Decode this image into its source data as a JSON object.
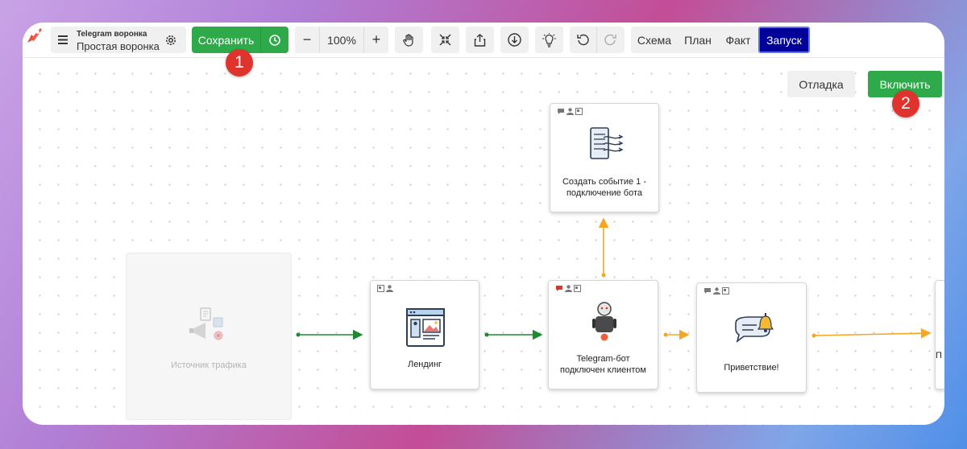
{
  "toolbar": {
    "menu_icon": "hamburger-icon",
    "funnel_type": "Telegram воронка",
    "funnel_name": "Простая воронка",
    "settings_icon": "gear-icon",
    "save_label": "Сохранить",
    "history_icon": "clock-history-icon",
    "zoom_out": "−",
    "zoom_value": "100%",
    "zoom_in": "+",
    "tools": [
      "hand-icon",
      "shrink-icon",
      "share-icon",
      "download-icon",
      "lightbulb-icon",
      "undo-icon",
      "redo-icon"
    ],
    "tabs": [
      {
        "label": "Схема",
        "active": false
      },
      {
        "label": "План",
        "active": false
      },
      {
        "label": "Факт",
        "active": false
      },
      {
        "label": "Запуск",
        "active": true
      }
    ]
  },
  "actions": {
    "debug_label": "Отладка",
    "enable_label": "Включить"
  },
  "badges": {
    "first": "1",
    "second": "2"
  },
  "nodes": {
    "source": "Источник трафика",
    "landing": "Лендинг",
    "bot_line1": "Telegram-бот",
    "bot_line2": "подключен клиентом",
    "event_line1": "Создать событие 1 -",
    "event_line2": "подключение бота",
    "greeting": "Приветствие!",
    "partial": "П"
  },
  "colors": {
    "green": "#2eaa4a",
    "edge_green": "#1d8a2f",
    "edge_orange": "#f5a623",
    "tab_active": "#000099",
    "badge": "#e0332e"
  }
}
